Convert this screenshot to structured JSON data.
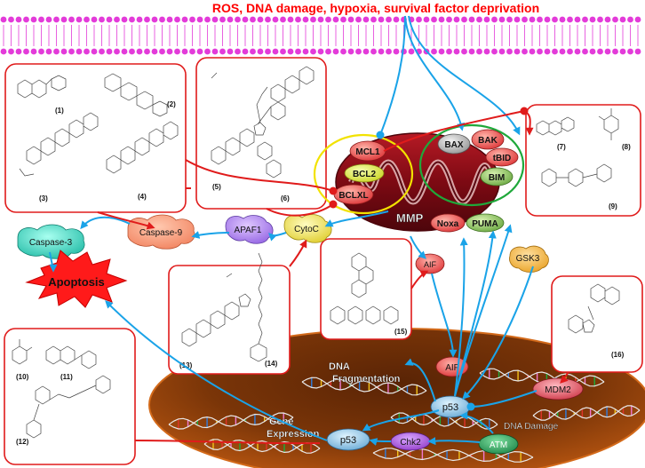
{
  "header": {
    "title": "ROS, DNA  damage, hypoxia, survival  factor deprivation"
  },
  "compounds": [
    {
      "id": "c1",
      "label": "(1)"
    },
    {
      "id": "c2",
      "label": "(2)"
    },
    {
      "id": "c3",
      "label": "(3)"
    },
    {
      "id": "c4",
      "label": "(4)"
    },
    {
      "id": "c5",
      "label": "(5)"
    },
    {
      "id": "c6",
      "label": "(6)"
    },
    {
      "id": "c7",
      "label": "(7)"
    },
    {
      "id": "c8",
      "label": "(8)"
    },
    {
      "id": "c9",
      "label": "(9)"
    },
    {
      "id": "c10",
      "label": "(10)"
    },
    {
      "id": "c11",
      "label": "(11)"
    },
    {
      "id": "c12",
      "label": "(12)"
    },
    {
      "id": "c13",
      "label": "(13)"
    },
    {
      "id": "c14",
      "label": "(14)"
    },
    {
      "id": "c15",
      "label": "(15)"
    },
    {
      "id": "c16",
      "label": "(16)"
    }
  ],
  "mitochondria": {
    "label": "MMP",
    "anti_apoptotic": [
      "MCL1",
      "BCL2",
      "BCLXL"
    ],
    "pro_apoptotic": [
      "BAX",
      "BAK",
      "tBID",
      "BIM",
      "Noxa",
      "PUMA"
    ]
  },
  "cytoplasm": {
    "caspase3": "Caspase-3",
    "caspase9": "Caspase-9",
    "apaf1": "APAF1",
    "cytoc": "CytoC",
    "apoptosis": "Apoptosis",
    "aif": "AIF",
    "gsk3": "GSK3"
  },
  "nucleus": {
    "dna_fragmentation": "DNA\nFragmentation",
    "aif": "AIF",
    "p53_right": "p53",
    "mdm2": "MDM2",
    "gene_expression": "Gene\nExpression",
    "p53_left": "p53",
    "chk2": "Chk2",
    "atm": "ATM",
    "dna_damage": "DNA Damage"
  },
  "colors": {
    "title": "#ff0000",
    "arrow": "#1aa3e8",
    "inhibit": "#e01b1b",
    "membrane": "#e33bd9",
    "box": "#e01b1b",
    "mito": "#8b0d18",
    "nucleus": "#b35010"
  }
}
